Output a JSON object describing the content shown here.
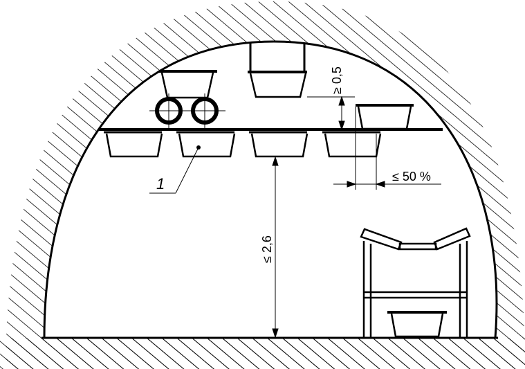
{
  "labels": {
    "min_clearance": "≥ 0,5",
    "overlap_limit": "≤ 50 %",
    "max_height": "≤ 2,6",
    "item_number": "1"
  },
  "colors": {
    "ink": "#000000",
    "background": "#ffffff"
  }
}
